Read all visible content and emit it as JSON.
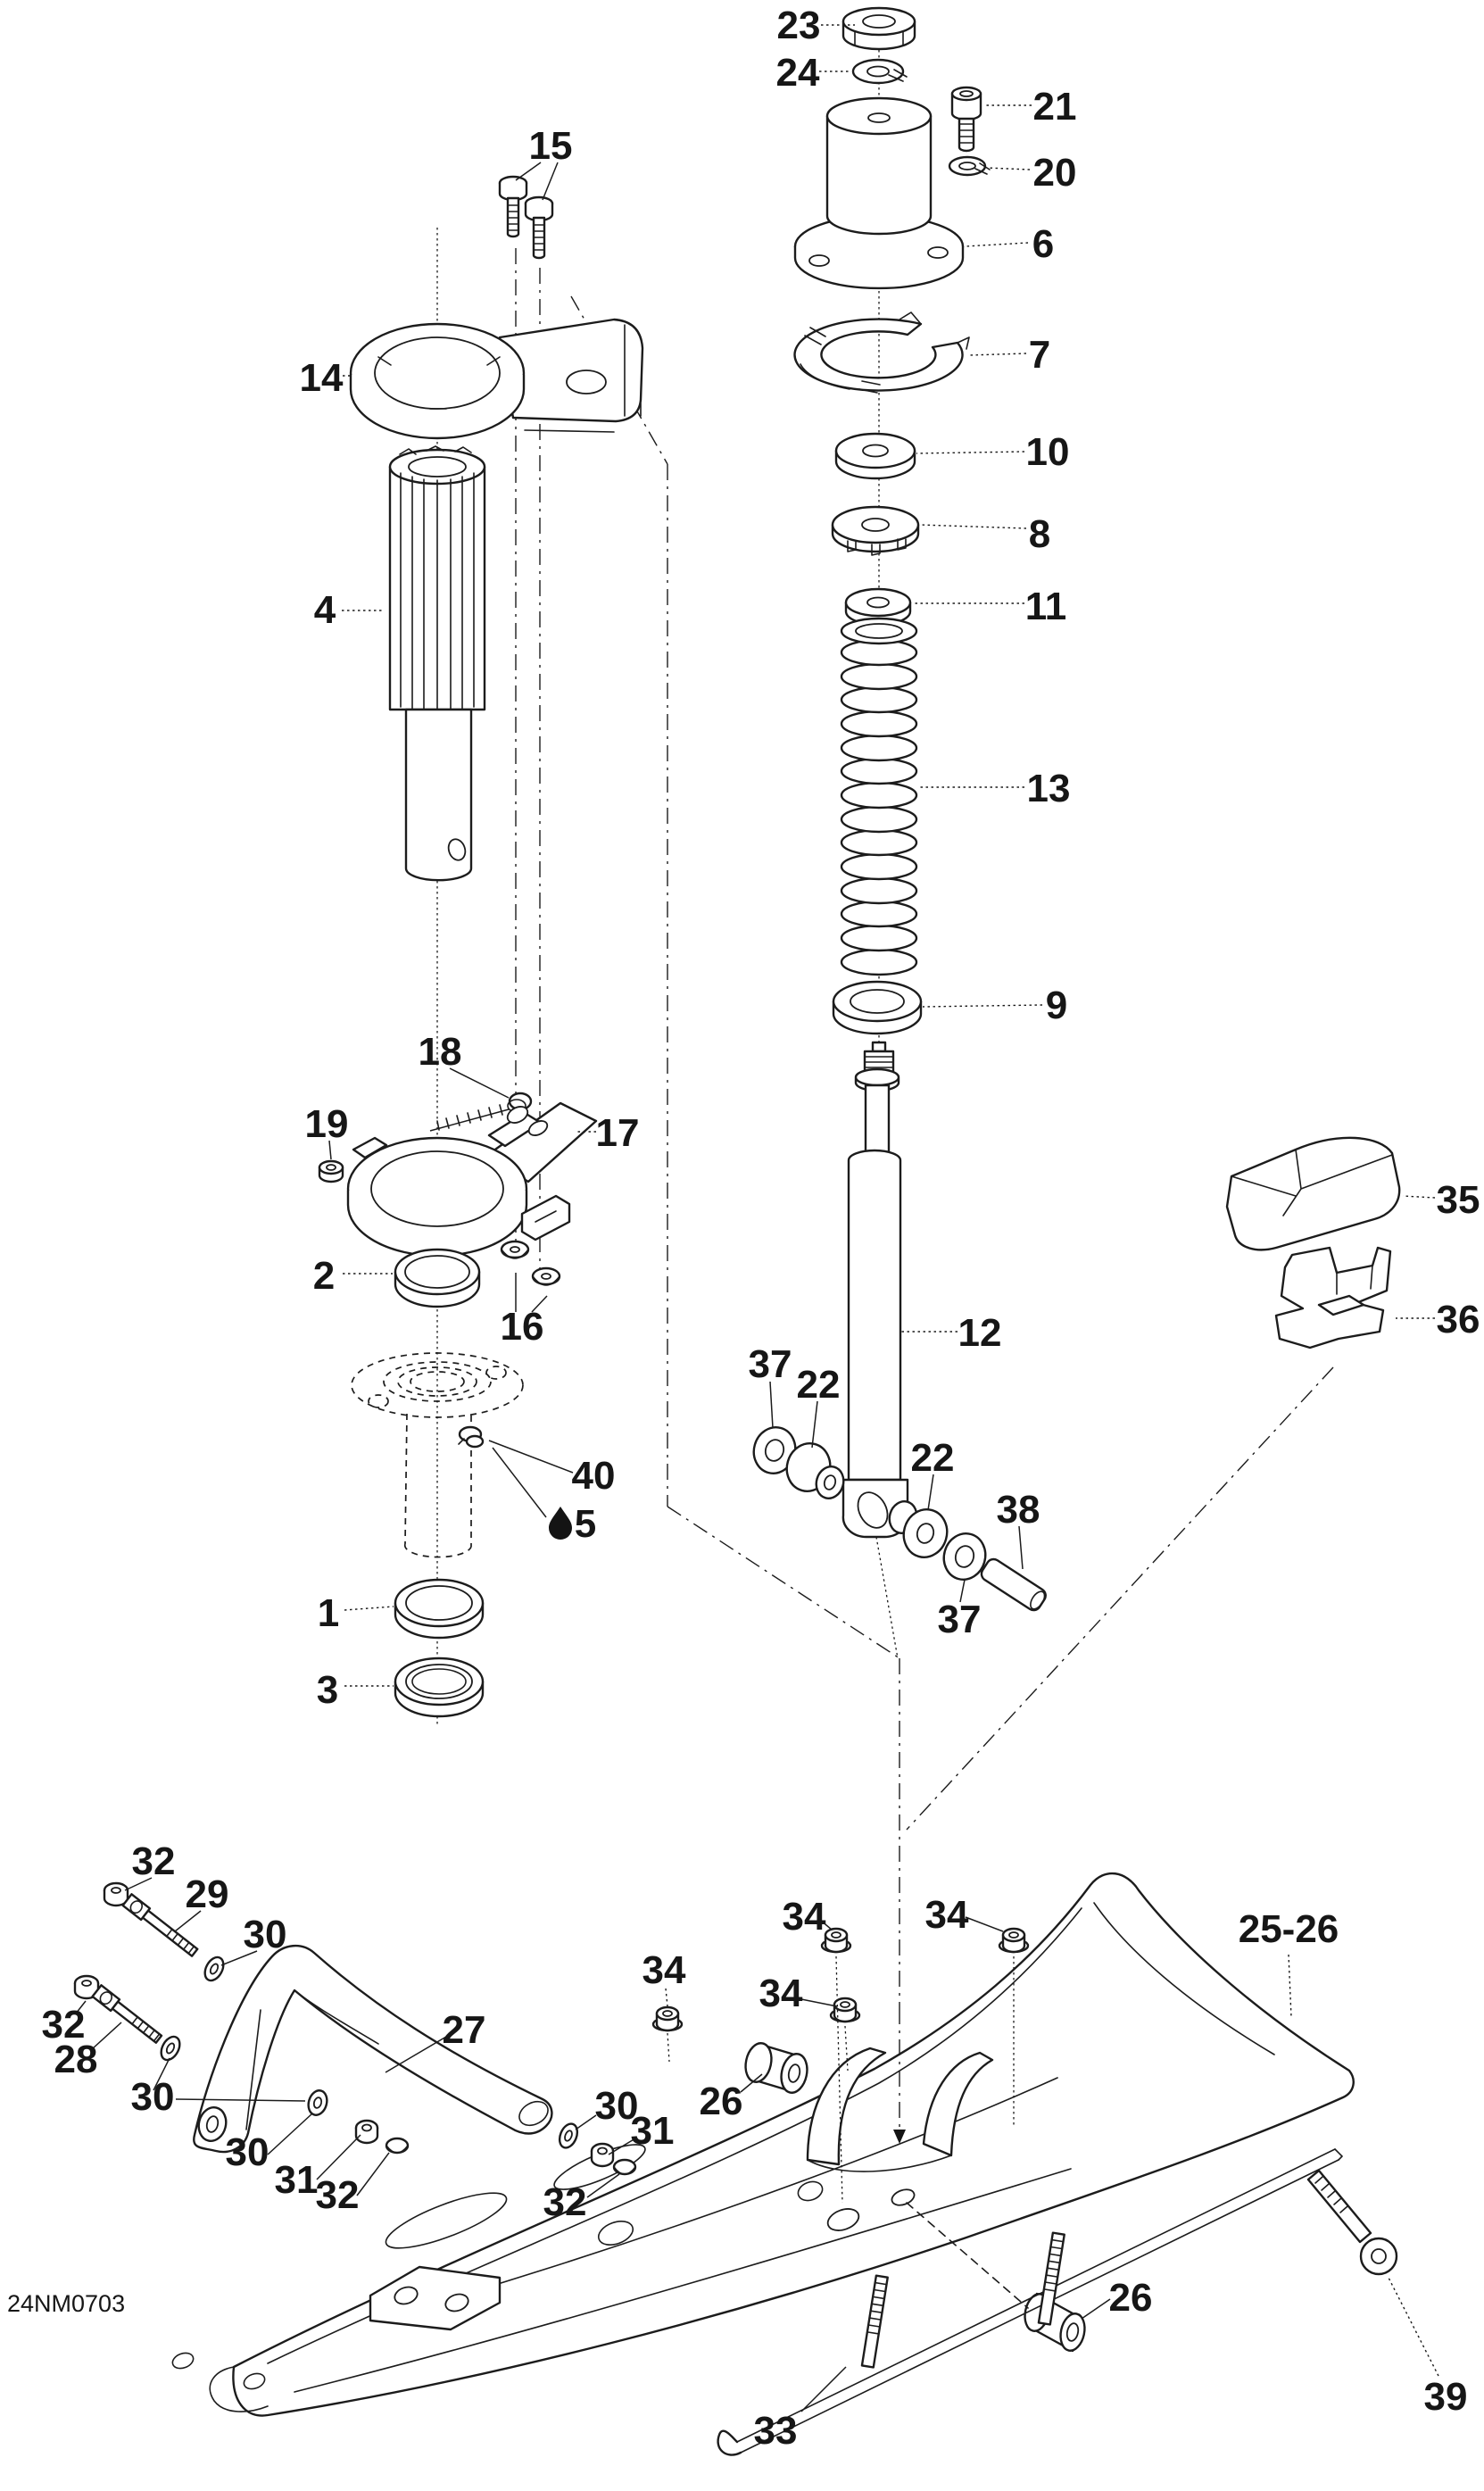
{
  "meta": {
    "diagram_code": "24NM0703"
  },
  "callouts": {
    "c23": "23",
    "c24": "24",
    "c21": "21",
    "c20": "20",
    "c6": "6",
    "c7": "7",
    "c10": "10",
    "c8": "8",
    "c11": "11",
    "c13": "13",
    "c9": "9",
    "c12": "12",
    "c37a": "37",
    "c22a": "22",
    "c22b": "22",
    "c38": "38",
    "c37b": "37",
    "c15": "15",
    "c14": "14",
    "c4": "4",
    "c18": "18",
    "c19": "19",
    "c17": "17",
    "c2": "2",
    "c16": "16",
    "c40": "40",
    "c5": "5",
    "c1": "1",
    "c3": "3",
    "c35": "35",
    "c36": "36",
    "c25_26": "25-26",
    "c34a": "34",
    "c34b": "34",
    "c34c": "34",
    "c34d": "34",
    "c26a": "26",
    "c26b": "26",
    "c27": "27",
    "c29": "29",
    "c32a": "32",
    "c30a": "30",
    "c32b": "32",
    "c28": "28",
    "c30b": "30",
    "c30c": "30",
    "c31a": "31",
    "c32c": "32",
    "c30d": "30",
    "c31b": "31",
    "c32d": "32",
    "c33": "33",
    "c39": "39"
  }
}
